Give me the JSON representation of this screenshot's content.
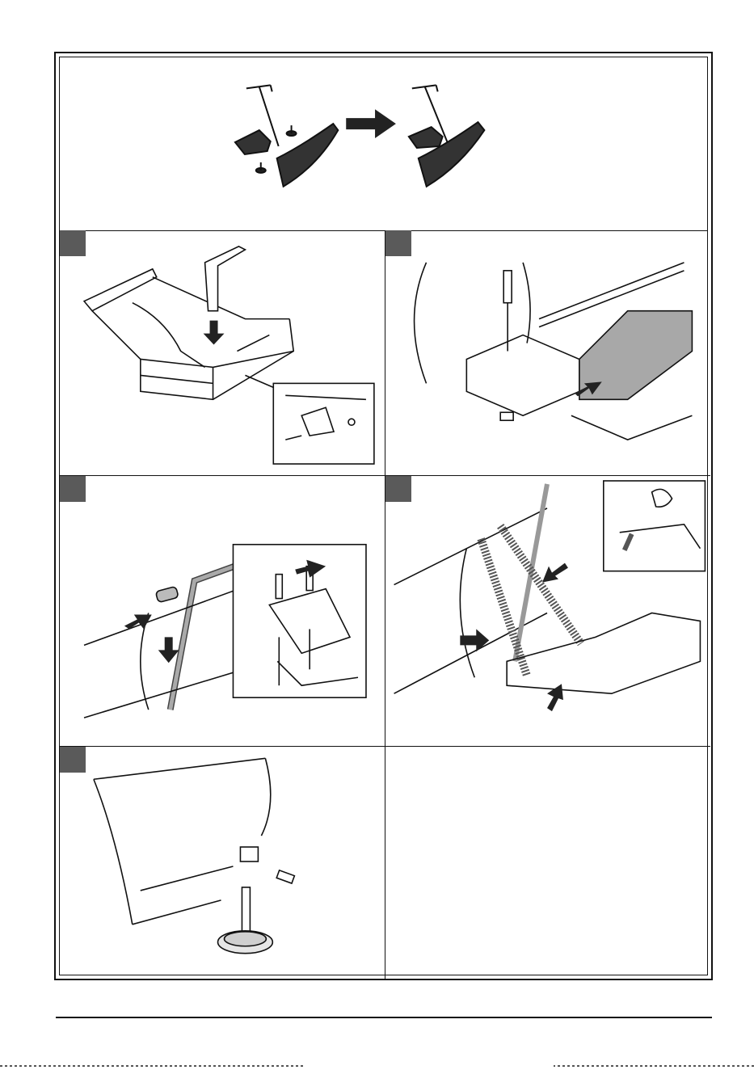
{
  "document": {
    "type": "assembly-instructions-figure",
    "panels": [
      {
        "id": "overview",
        "badge_label": ""
      },
      {
        "id": "step-1",
        "badge_label": ""
      },
      {
        "id": "step-2",
        "badge_label": ""
      },
      {
        "id": "step-3",
        "badge_label": ""
      },
      {
        "id": "step-4",
        "badge_label": ""
      },
      {
        "id": "step-5",
        "badge_label": ""
      },
      {
        "id": "empty-panel",
        "badge_label": ""
      }
    ],
    "colors": {
      "line": "#111111",
      "badge": "#5a5a5a",
      "shaded_part": "#a8a8a8",
      "blade": "#333333"
    },
    "icons": [
      "arrow-right-icon",
      "arrow-down-icon",
      "arrow-diagonal-icon",
      "spring-icon",
      "bolt-icon",
      "nut-icon",
      "hand-icon"
    ]
  }
}
